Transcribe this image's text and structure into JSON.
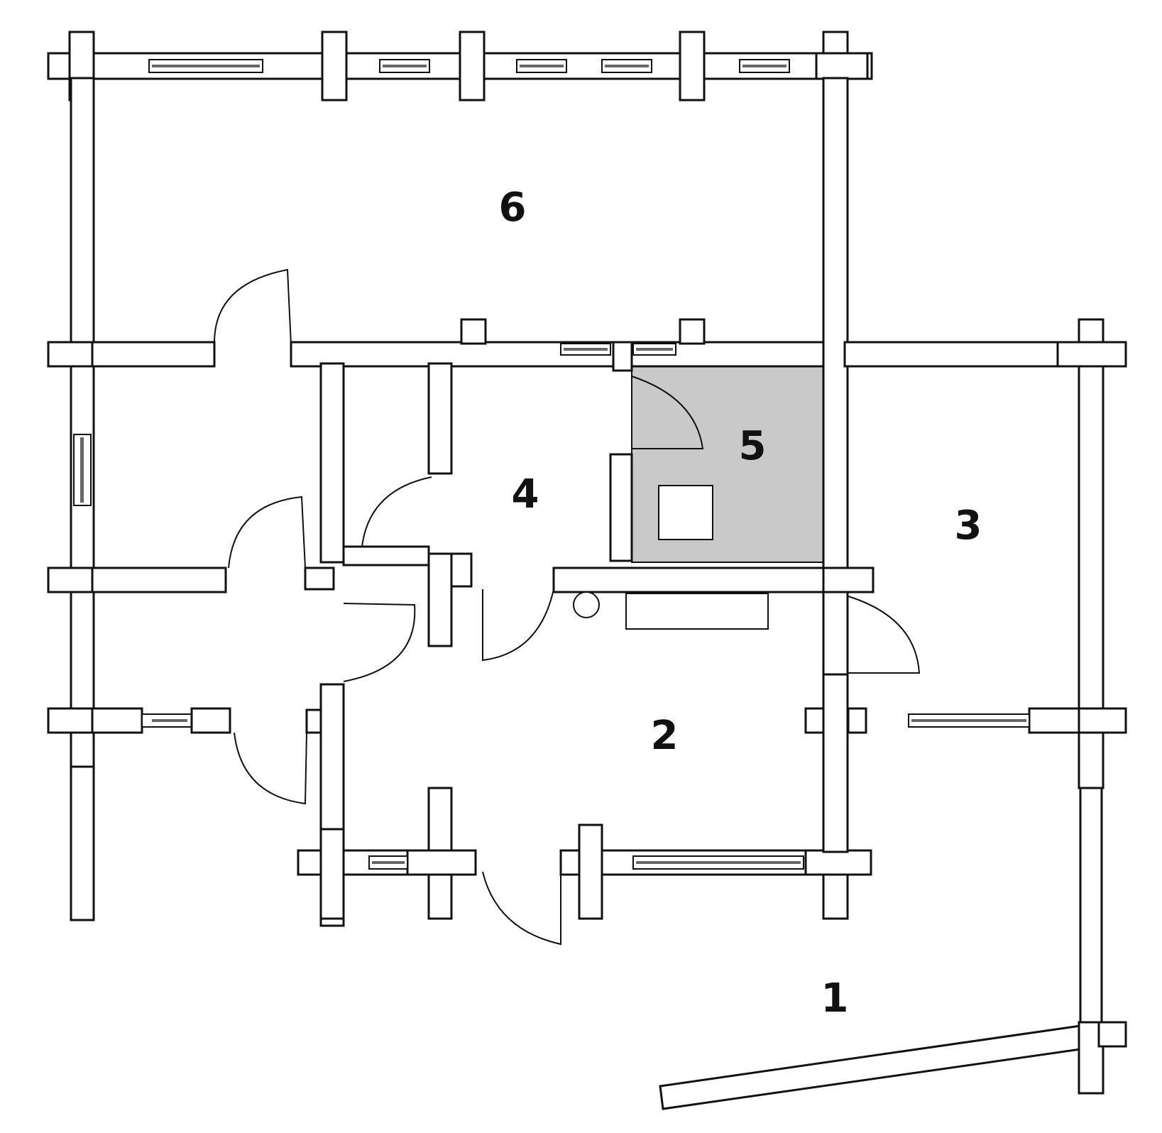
{
  "colors": {
    "wall_fill": "#ffffff",
    "wall_stroke": "#111111",
    "steam_room_fill": "#c9c9c9",
    "background": "#ffffff"
  },
  "rooms": [
    {
      "id": "r1",
      "label": "1"
    },
    {
      "id": "r2",
      "label": "2"
    },
    {
      "id": "r3",
      "label": "3"
    },
    {
      "id": "r4",
      "label": "4"
    },
    {
      "id": "r5",
      "label": "5"
    },
    {
      "id": "r6",
      "label": "6"
    }
  ]
}
